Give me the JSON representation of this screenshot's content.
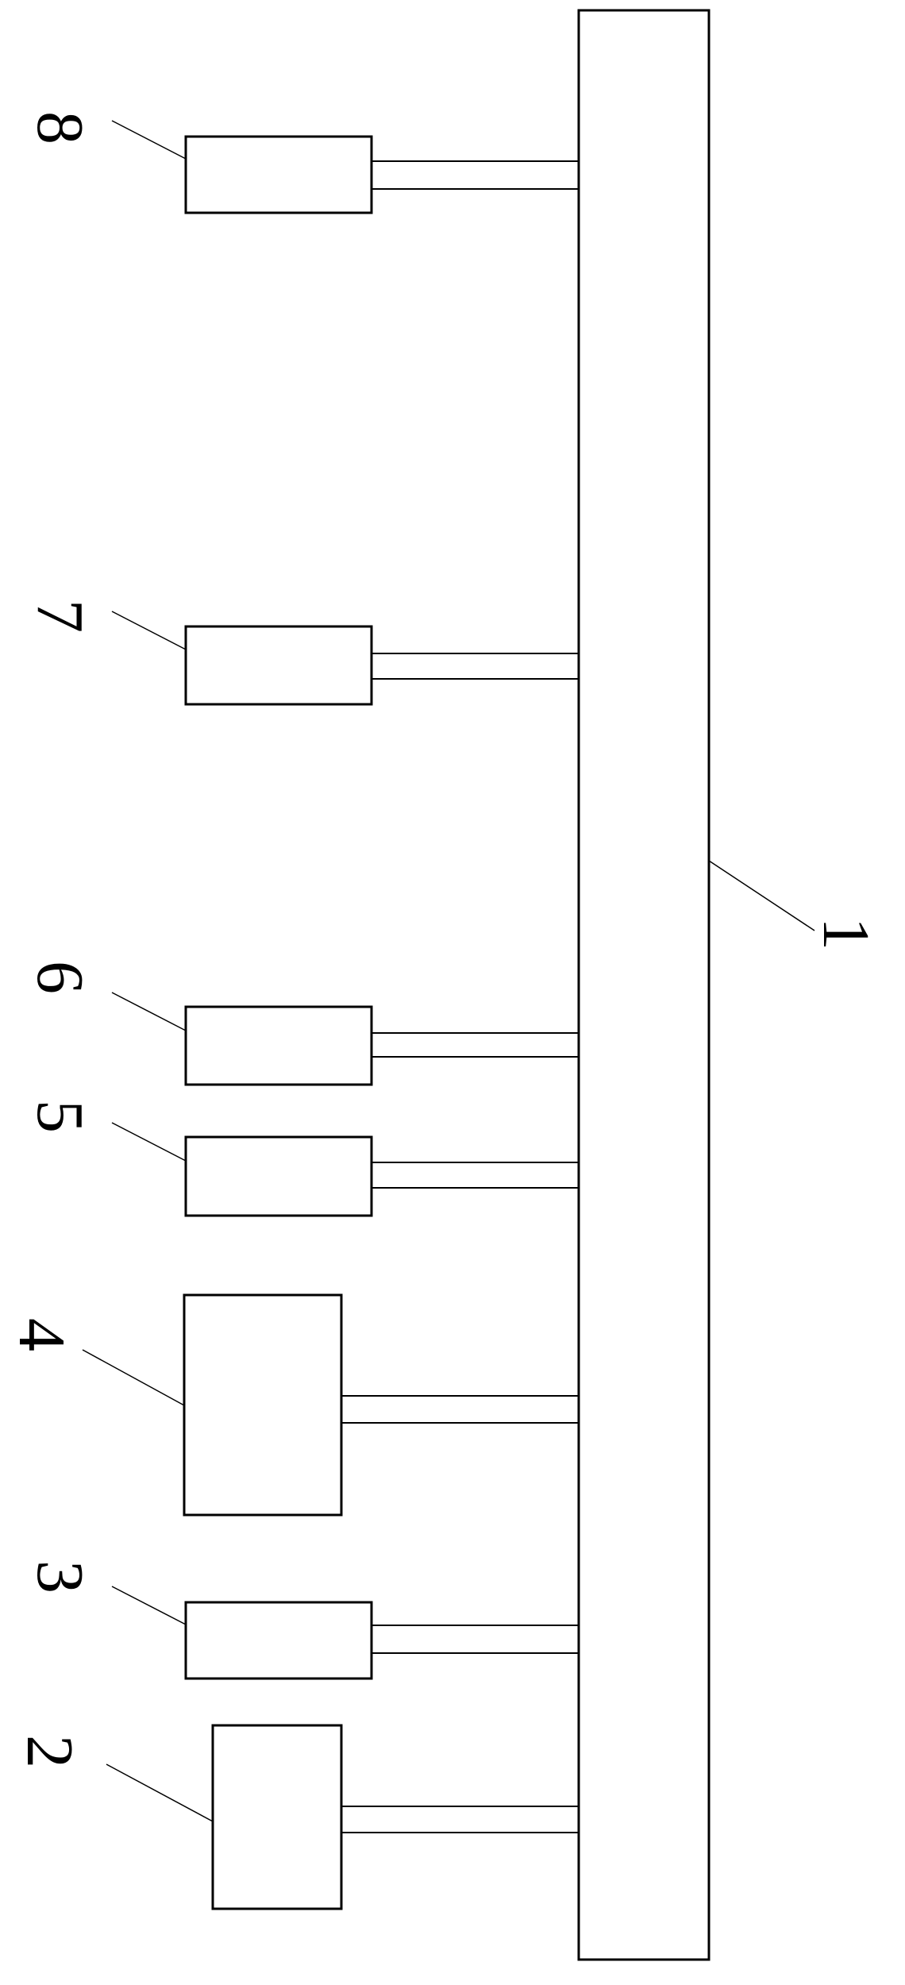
{
  "diagram": {
    "labels": {
      "main": "1",
      "c2": "2",
      "c3": "3",
      "c4": "4",
      "c5": "5",
      "c6": "6",
      "c7": "7",
      "c8": "8"
    },
    "colors": {
      "line": "#000000",
      "background": "#ffffff"
    }
  }
}
